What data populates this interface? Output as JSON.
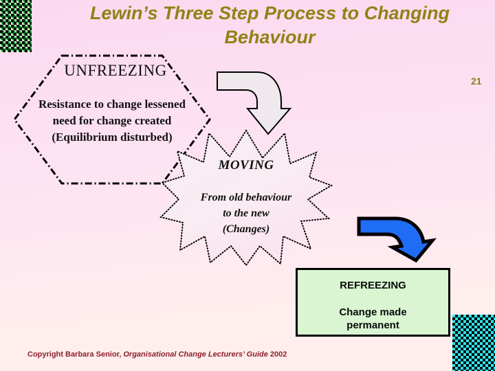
{
  "slide": {
    "title": "Lewin’s Three Step Process to Changing Behaviour",
    "page_number": "21",
    "background_color": "#fde2f2"
  },
  "decorations": {
    "top_left_pattern": "green-black-checker",
    "bottom_right_pattern": "cyan-black-checker",
    "green_color": "#16a036",
    "cyan_color": "#2fe4ec"
  },
  "stages": {
    "unfreezing": {
      "shape": "hexagon",
      "border_style": "dash-dot",
      "title": "UNFREEZING",
      "line1": "Resistance to change lessened",
      "line2": "need for change created",
      "line3": "(Equilibrium disturbed)"
    },
    "moving": {
      "shape": "starburst",
      "border_style": "dotted",
      "title": "MOVING",
      "line1": "From old behaviour",
      "line2": "to the new",
      "line3": "(Changes)"
    },
    "refreezing": {
      "shape": "rectangle",
      "fill_color": "#d9f5d2",
      "title": "REFREEZING",
      "line1": "Change made",
      "line2": "permanent"
    }
  },
  "arrows": [
    {
      "name": "arrow-unfreezing-to-moving",
      "color": "#efe9ee",
      "outline": "#000000"
    },
    {
      "name": "arrow-moving-to-refreezing",
      "color": "#1f6df5",
      "outline": "#000000"
    }
  ],
  "footer": {
    "copyright_prefix": "Copyright Barbara Senior, ",
    "copyright_italic": "Organisational Change Lecturers’ Guide",
    "copyright_suffix": " 2002"
  }
}
